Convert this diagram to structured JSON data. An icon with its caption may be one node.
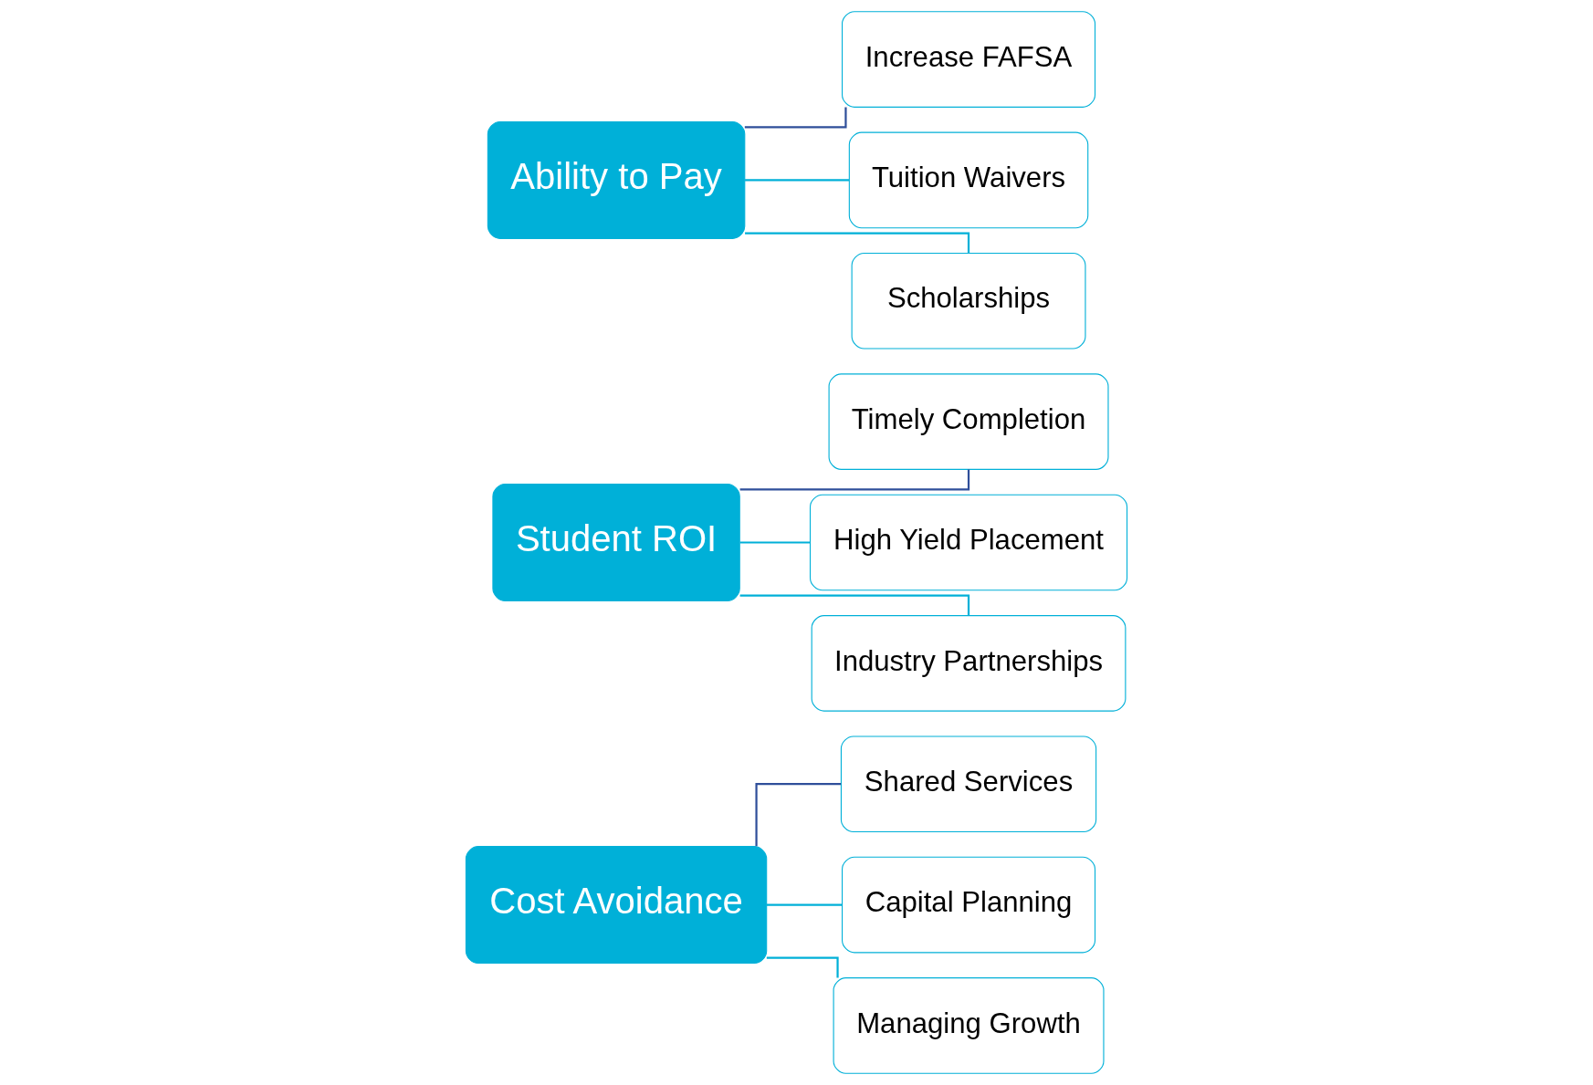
{
  "diagram": {
    "nodes": [
      {
        "text": [
          "Cost Avoidance"
        ]
      },
      {
        "text": [
          "Shared Services"
        ]
      },
      {
        "text": [
          "Capital Planning"
        ]
      },
      {
        "text": [
          "Managing Growth"
        ]
      },
      {
        "text": [
          "Student ROI"
        ]
      },
      {
        "text": [
          "Timely Completion"
        ]
      },
      {
        "text": [
          "High Yield Placement"
        ]
      },
      {
        "text": [
          "Industry Partnerships"
        ]
      },
      {
        "text": [
          "Ability to Pay"
        ]
      },
      {
        "text": [
          "Increase FAFSA"
        ]
      },
      {
        "text": [
          "Tuition Waivers"
        ]
      },
      {
        "text": [
          "Scholarships"
        ]
      }
    ],
    "edges": [
      {
        "from": 0,
        "to": 1,
        "arrow": "none",
        "color": "#2f4f9a"
      },
      {
        "from": 0,
        "to": 2,
        "arrow": "none"
      },
      {
        "from": 0,
        "to": 3,
        "arrow": "none"
      },
      {
        "from": 4,
        "to": 5,
        "arrow": "none",
        "color": "#2f4f9a"
      },
      {
        "from": 4,
        "to": 6,
        "arrow": "none"
      },
      {
        "from": 4,
        "to": 7,
        "arrow": "none"
      },
      {
        "from": 8,
        "to": 9,
        "arrow": "none",
        "color": "#2f4f9a"
      },
      {
        "from": 8,
        "to": 10,
        "arrow": "none"
      },
      {
        "from": 8,
        "to": 11,
        "arrow": "none"
      }
    ]
  }
}
